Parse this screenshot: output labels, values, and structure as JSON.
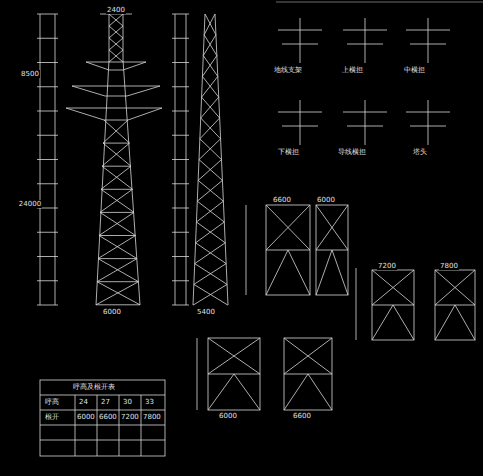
{
  "diagram": {
    "labels": [
      "2400",
      "8500",
      "24000",
      "6000",
      "5400",
      "6600",
      "6000",
      "7200",
      "7800",
      "6000",
      "6600",
      "地线支架",
      "上横担",
      "中横担",
      "下横担",
      "导线横担",
      "塔头",
      "呼高及根开表",
      "呼高",
      "根开",
      "24",
      "27",
      "30",
      "33",
      "6000",
      "6600",
      "7200",
      "7800"
    ]
  }
}
